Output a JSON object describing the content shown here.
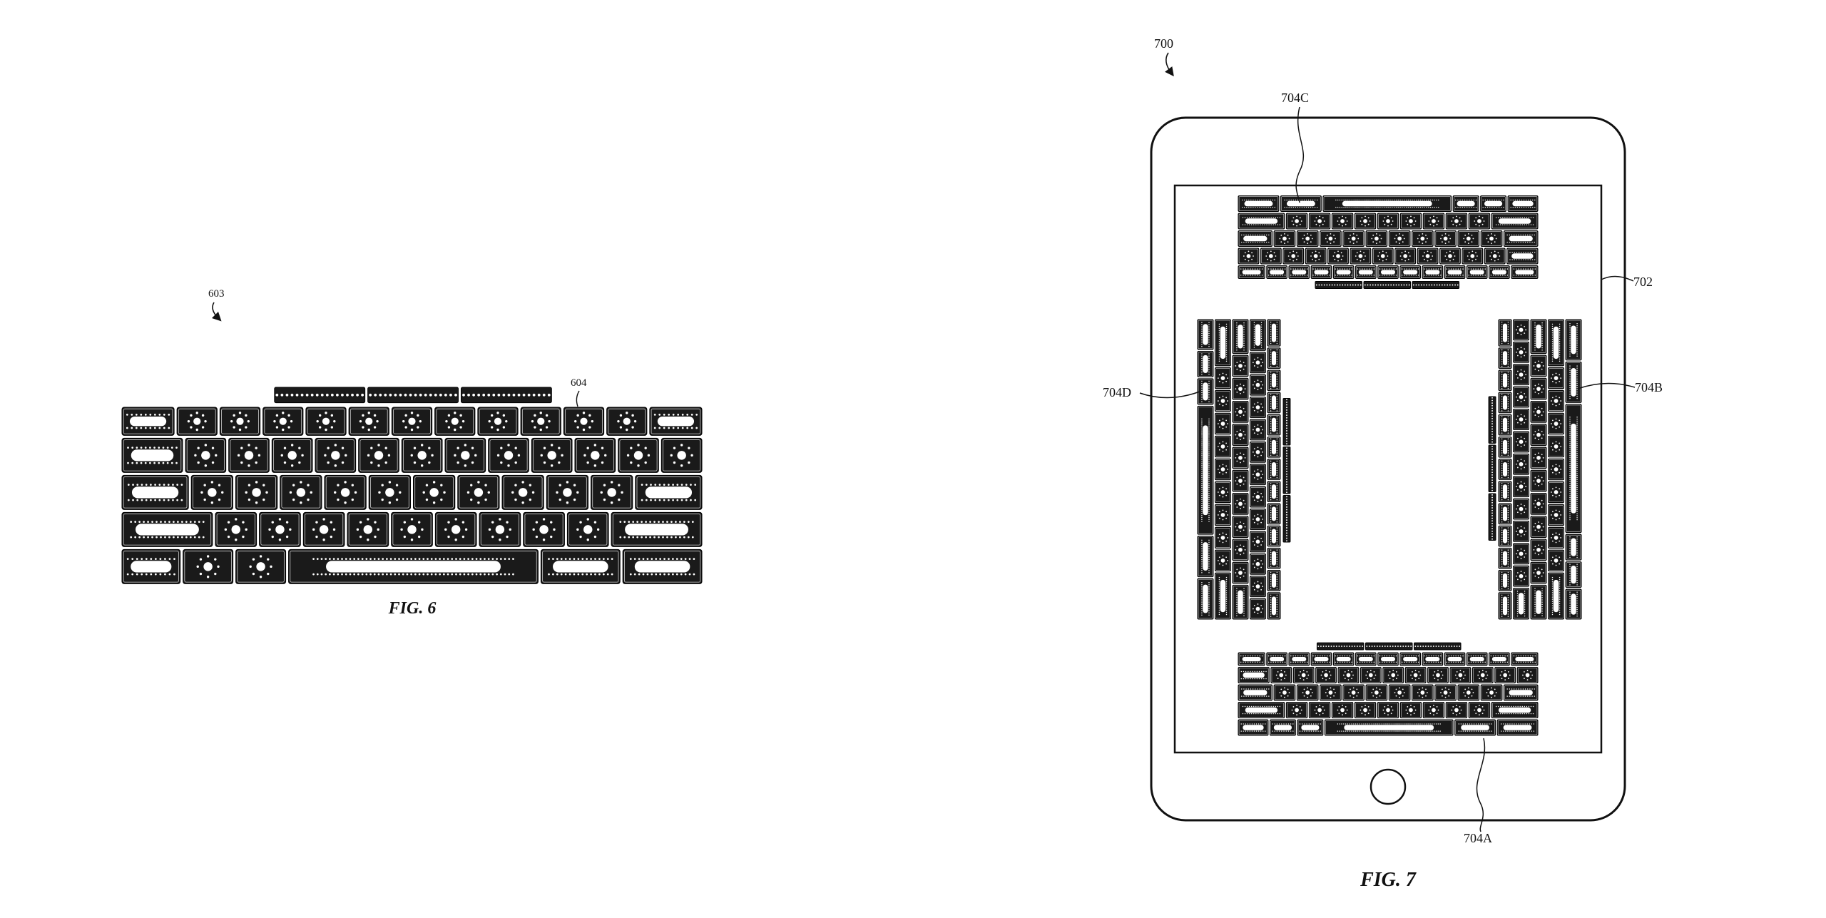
{
  "fig6": {
    "caption": "FIG. 6",
    "ref_keyboard": "603",
    "ref_touch_bar": "604"
  },
  "fig7": {
    "caption": "FIG. 7",
    "ref_device": "700",
    "ref_display": "702",
    "ref_keyboard_bottom": "704A",
    "ref_keyboard_right": "704B",
    "ref_keyboard_top": "704C",
    "ref_keyboard_left": "704D"
  },
  "colors": {
    "ink": "#111111",
    "key_fill": "#1a1a1a",
    "dot_fill": "#ffffff",
    "background": "#ffffff"
  }
}
